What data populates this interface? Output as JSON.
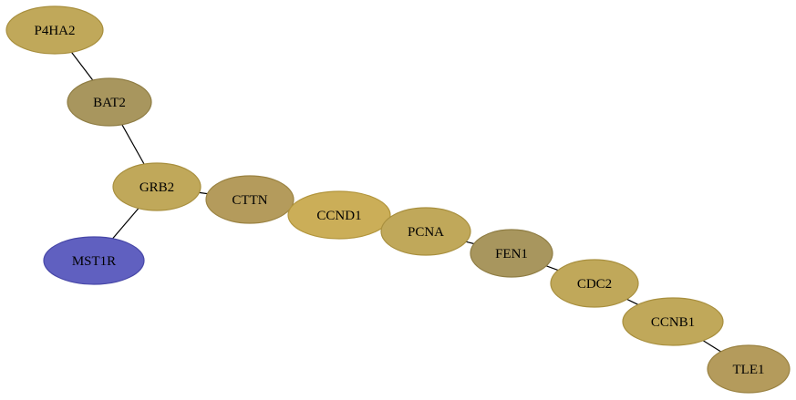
{
  "graph": {
    "nodes": [
      {
        "id": "P4HA2",
        "label": "P4HA2",
        "fill": "#c0a85a",
        "stroke": "#a88f3e"
      },
      {
        "id": "BAT2",
        "label": "BAT2",
        "fill": "#a8965e",
        "stroke": "#8f7d44"
      },
      {
        "id": "GRB2",
        "label": "GRB2",
        "fill": "#c0a85a",
        "stroke": "#a88f3e"
      },
      {
        "id": "MST1R",
        "label": "MST1R",
        "fill": "#6060c0",
        "stroke": "#4848a8"
      },
      {
        "id": "CTTN",
        "label": "CTTN",
        "fill": "#b49b5c",
        "stroke": "#9a8241"
      },
      {
        "id": "CCND1",
        "label": "CCND1",
        "fill": "#cbae58",
        "stroke": "#b2953c"
      },
      {
        "id": "PCNA",
        "label": "PCNA",
        "fill": "#c0a85a",
        "stroke": "#a88f3e"
      },
      {
        "id": "FEN1",
        "label": "FEN1",
        "fill": "#a8965e",
        "stroke": "#8f7d44"
      },
      {
        "id": "CDC2",
        "label": "CDC2",
        "fill": "#c0a85a",
        "stroke": "#a88f3e"
      },
      {
        "id": "CCNB1",
        "label": "CCNB1",
        "fill": "#c0a85a",
        "stroke": "#a88f3e"
      },
      {
        "id": "TLE1",
        "label": "TLE1",
        "fill": "#b49b5c",
        "stroke": "#9a8241"
      }
    ],
    "edges": [
      {
        "from": "P4HA2",
        "to": "BAT2"
      },
      {
        "from": "BAT2",
        "to": "GRB2"
      },
      {
        "from": "GRB2",
        "to": "MST1R"
      },
      {
        "from": "GRB2",
        "to": "CTTN"
      },
      {
        "from": "CTTN",
        "to": "CCND1"
      },
      {
        "from": "CCND1",
        "to": "PCNA"
      },
      {
        "from": "PCNA",
        "to": "FEN1"
      },
      {
        "from": "FEN1",
        "to": "CDC2"
      },
      {
        "from": "CDC2",
        "to": "CCNB1"
      },
      {
        "from": "CCNB1",
        "to": "TLE1"
      }
    ]
  }
}
